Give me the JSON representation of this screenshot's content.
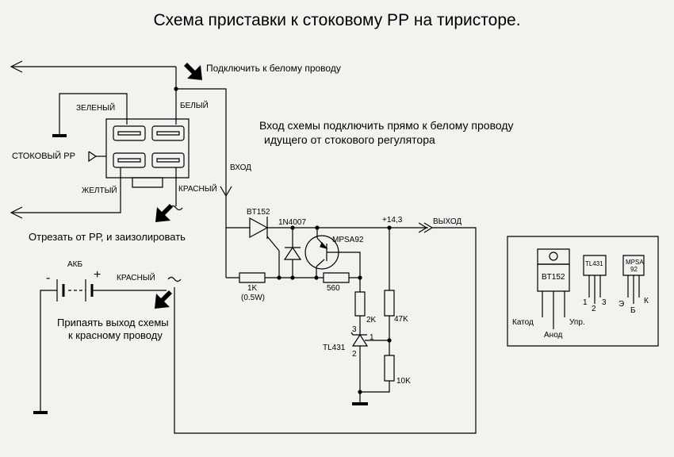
{
  "title": "Схема приставки к стоковому РР на тиристоре.",
  "notes": {
    "connect_white": "Подключить к белому проводу",
    "input_direct_line1": "Вход схемы подключить прямо к белому проводу",
    "input_direct_line2": "идущего от стокового регулятора",
    "cut_insulate": "Отрезать от РР, и заизолировать",
    "solder_line1": "Припаять выход схемы",
    "solder_line2": "к красному проводу"
  },
  "connector": {
    "green": "ЗЕЛЕНЫЙ",
    "white": "БЕЛЫЙ",
    "yellow": "ЖЕЛТЫЙ",
    "red": "КРАСНЫЙ",
    "stock_rr": "СТОКОВЫЙ РР"
  },
  "battery": {
    "label": "АКБ",
    "minus": "-",
    "plus": "+",
    "red": "КРАСНЫЙ"
  },
  "circuit": {
    "input": "ВХОД",
    "output": "ВЫХОД",
    "voltage": "+14,3",
    "thyristor": "BT152",
    "diode": "1N4007",
    "transistor": "MPSA92",
    "r1": "1K",
    "r1_power": "(0.5W)",
    "r2": "560",
    "r3": "2K",
    "r4": "47K",
    "r5": "10K",
    "reg": "TL431",
    "reg_pin1": "1",
    "reg_pin2": "2",
    "reg_pin3": "3"
  },
  "pinout": {
    "bt152": "BT152",
    "cathode": "Катод",
    "anode": "Анод",
    "gate": "Упр.",
    "tl431": "TL431",
    "tl_pins": [
      "1",
      "2",
      "3"
    ],
    "mpsa_line1": "MPSA",
    "mpsa_line2": "92",
    "mpsa_pins": [
      "Э",
      "Б",
      "К"
    ]
  },
  "colors": {
    "background": "#f2f3ee",
    "line": "#000000"
  }
}
